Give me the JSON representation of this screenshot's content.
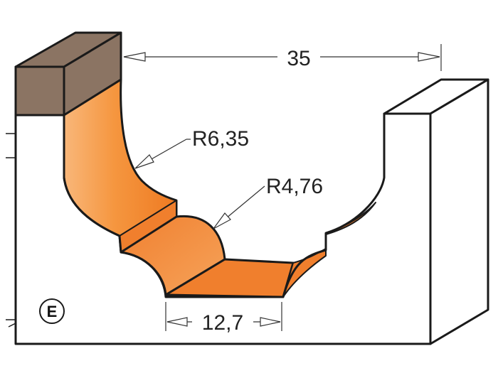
{
  "diagram": {
    "dimensions": {
      "width_top": "35",
      "radius_large": "R6,35",
      "radius_small": "R4,76",
      "width_bottom": "12,7"
    },
    "badge": "E"
  },
  "colors": {
    "profile_orange": "#F07F2D",
    "profile_light": "#F9B77A",
    "wood_top": "#8B7463",
    "outline": "#1A1A1A"
  }
}
